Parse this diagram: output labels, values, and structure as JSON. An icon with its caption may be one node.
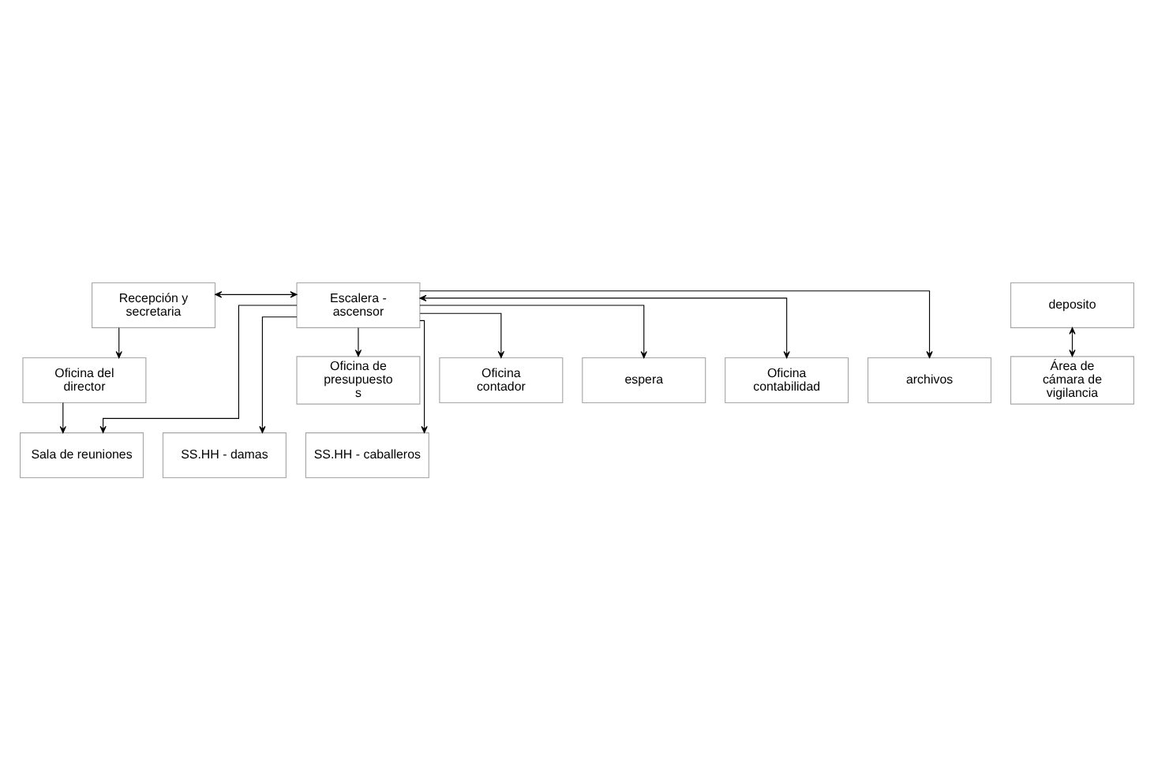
{
  "diagram": {
    "nodes": [
      {
        "text": [
          "Sala de reuniones"
        ]
      },
      {
        "text": [
          "SS.HH - damas"
        ]
      },
      {
        "text": [
          "SS.HH - caballeros"
        ]
      },
      {
        "text": [
          "Oficina del director"
        ]
      },
      {
        "text": [
          "Área de cámara de vigilancia"
        ]
      },
      {
        "text": [
          "Recepción y secretaria"
        ]
      },
      {
        "text": [
          "Escalera - ascensor"
        ]
      },
      {
        "text": [
          "deposito"
        ]
      },
      {
        "text": [
          "Oficina de presupuesto s"
        ]
      },
      {
        "text": [
          "Oficina contador"
        ]
      },
      {
        "text": [
          "espera"
        ]
      },
      {
        "text": [
          "Oficina contabilidad"
        ]
      },
      {
        "text": [
          "archivos"
        ]
      }
    ],
    "edges": [
      {
        "from": 3,
        "to": 0,
        "arrow": "to"
      },
      {
        "from": 5,
        "to": 3,
        "arrow": "to"
      },
      {
        "from": 5,
        "to": 6,
        "arrow": "both"
      },
      {
        "from": 6,
        "to": 0,
        "arrow": "to"
      },
      {
        "from": 6,
        "to": 1,
        "arrow": "to"
      },
      {
        "from": 6,
        "to": 2,
        "arrow": "to"
      },
      {
        "from": 7,
        "to": 4,
        "arrow": "both"
      },
      {
        "from": 6,
        "to": 10,
        "arrow": "to"
      },
      {
        "from": 6,
        "to": 9,
        "arrow": "to"
      },
      {
        "from": 6,
        "to": 8,
        "arrow": "to"
      },
      {
        "from": 6,
        "to": 11,
        "arrow": "both"
      },
      {
        "from": 6,
        "to": 12,
        "arrow": "to"
      }
    ]
  }
}
